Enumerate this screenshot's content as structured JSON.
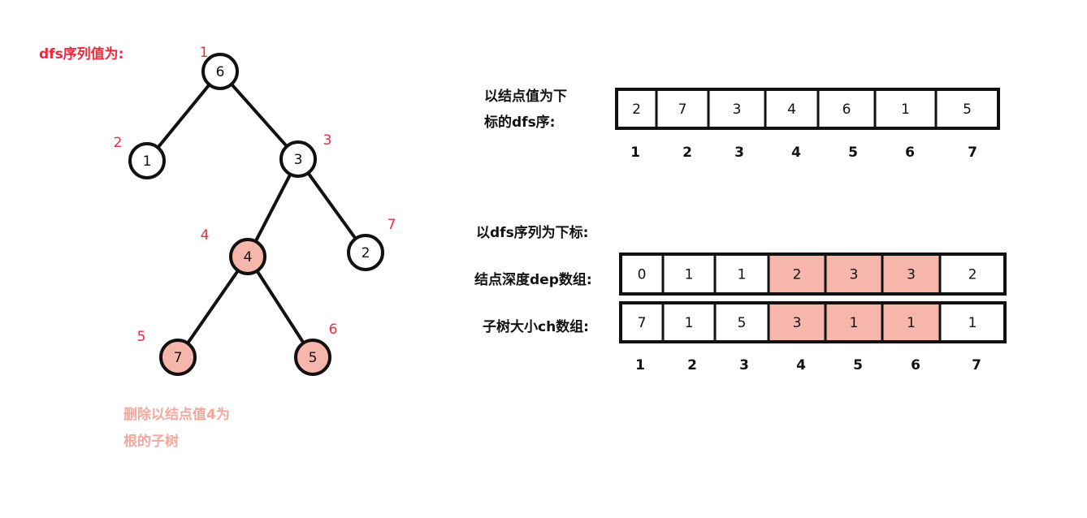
{
  "tree": {
    "title": "dfs序列值为:",
    "nodes": [
      {
        "id": "n6",
        "value": "6",
        "dfs_order": "1",
        "highlighted": false
      },
      {
        "id": "n1",
        "value": "1",
        "dfs_order": "2",
        "highlighted": false
      },
      {
        "id": "n3",
        "value": "3",
        "dfs_order": "3",
        "highlighted": false
      },
      {
        "id": "n4",
        "value": "4",
        "dfs_order": "4",
        "highlighted": true
      },
      {
        "id": "n2",
        "value": "2",
        "dfs_order": "7",
        "highlighted": false
      },
      {
        "id": "n7",
        "value": "7",
        "dfs_order": "5",
        "highlighted": true
      },
      {
        "id": "n5",
        "value": "5",
        "dfs_order": "6",
        "highlighted": true
      }
    ],
    "edges": [
      [
        "n6",
        "n1"
      ],
      [
        "n6",
        "n3"
      ],
      [
        "n3",
        "n4"
      ],
      [
        "n3",
        "n2"
      ],
      [
        "n4",
        "n7"
      ],
      [
        "n4",
        "n5"
      ]
    ],
    "note_line1": "删除以结点值4为",
    "note_line2": "根的子树"
  },
  "array1": {
    "label_line1": "以结点值为下",
    "label_line2": "标的dfs序:",
    "cells": [
      "2",
      "7",
      "3",
      "4",
      "6",
      "1",
      "5"
    ],
    "indices": [
      "1",
      "2",
      "3",
      "4",
      "5",
      "6",
      "7"
    ]
  },
  "arrays2": {
    "caption": "以dfs序列为下标:",
    "dep": {
      "label": "结点深度dep数组:",
      "cells": [
        "0",
        "1",
        "1",
        "2",
        "3",
        "3",
        "2"
      ],
      "highlighted": [
        false,
        false,
        false,
        true,
        true,
        true,
        false
      ]
    },
    "ch": {
      "label": "子树大小ch数组:",
      "cells": [
        "7",
        "1",
        "5",
        "3",
        "1",
        "1",
        "1"
      ],
      "highlighted": [
        false,
        false,
        false,
        true,
        true,
        true,
        false
      ]
    },
    "indices": [
      "1",
      "2",
      "3",
      "4",
      "5",
      "6",
      "7"
    ]
  },
  "colors": {
    "highlight_fill": "#f7b6ab",
    "accent_red": "#ee2a3c",
    "note_pink": "#f4a89c",
    "stroke": "#111111"
  }
}
